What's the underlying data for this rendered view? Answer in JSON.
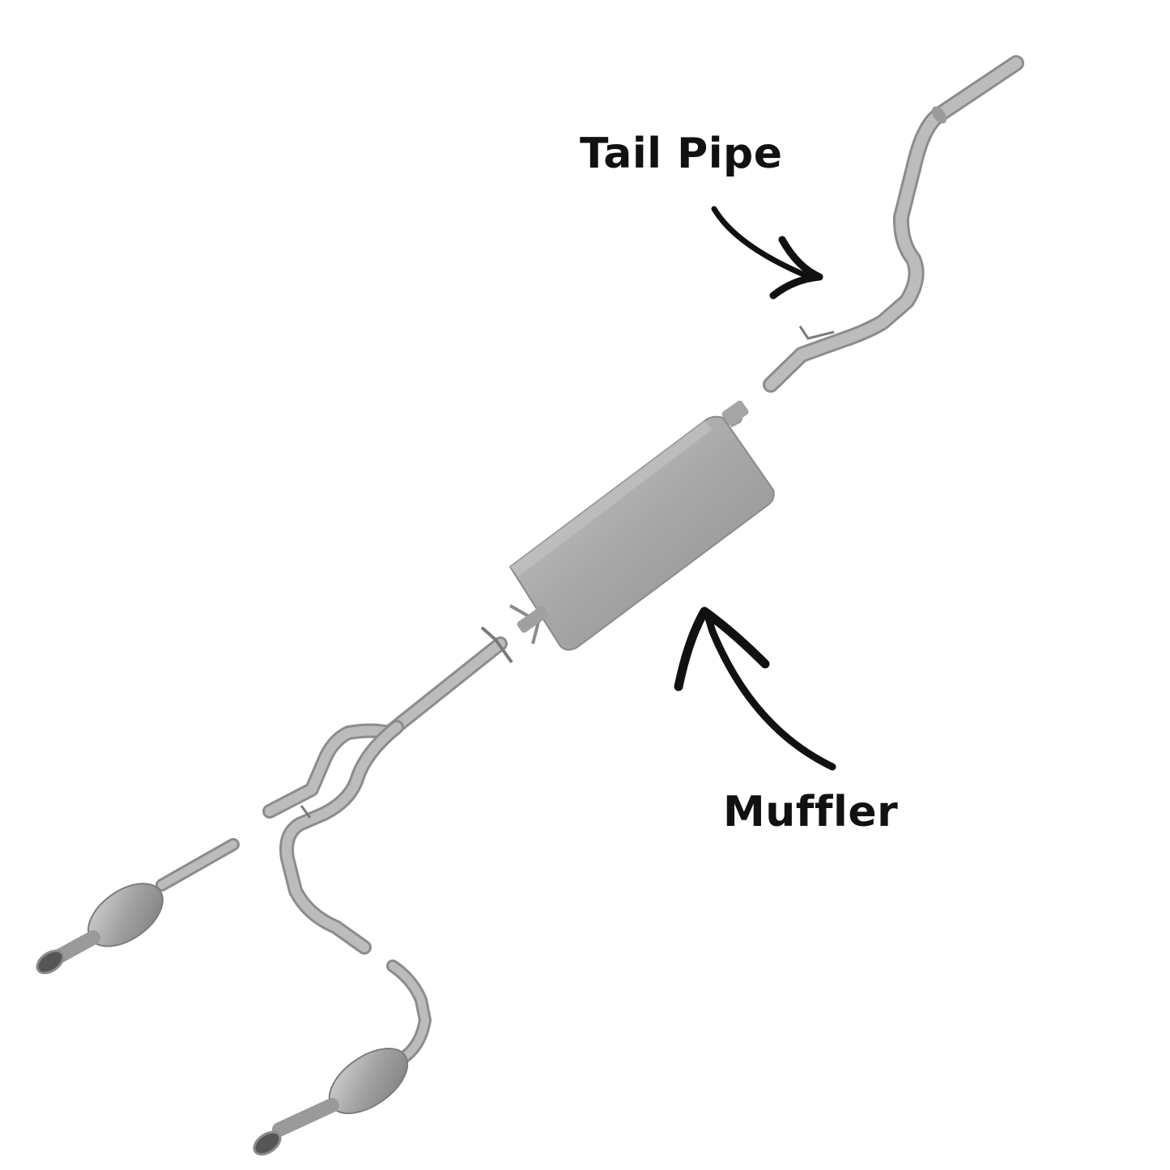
{
  "labels": {
    "tail_pipe": "Tail Pipe",
    "muffler": "Muffler"
  },
  "colors": {
    "background": "#ffffff",
    "pipe": "#b4b4b4",
    "pipe_edge": "#8c8c8c",
    "muffler_body": "#a9a9a9",
    "arrow": "#111111"
  },
  "parts": [
    "tail-pipe",
    "muffler",
    "y-pipe",
    "left-catalytic-converter",
    "right-catalytic-converter"
  ]
}
